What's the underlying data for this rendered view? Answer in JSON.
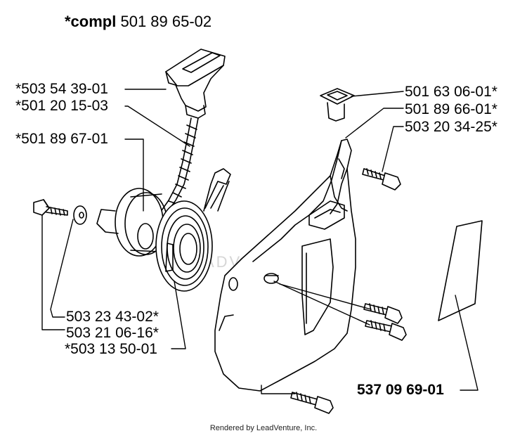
{
  "title": {
    "prefix": "*compl",
    "number": "501 89 65-02"
  },
  "labels": {
    "handle": "*503 54 39-01",
    "rope": "*501 20 15-03",
    "pulley": "*501 89 67-01",
    "washer": "503 23 43-02*",
    "bolt": "503 21 06-16*",
    "spring": "*503 13 50-01",
    "rope_guide": "501 63 06-01*",
    "cover": "501 89 66-01*",
    "screw": "503 20 34-25*",
    "decal": "537 09 69-01"
  },
  "watermark": "ADVENTURE",
  "credit": "Rendered by LeadVenture, Inc."
}
